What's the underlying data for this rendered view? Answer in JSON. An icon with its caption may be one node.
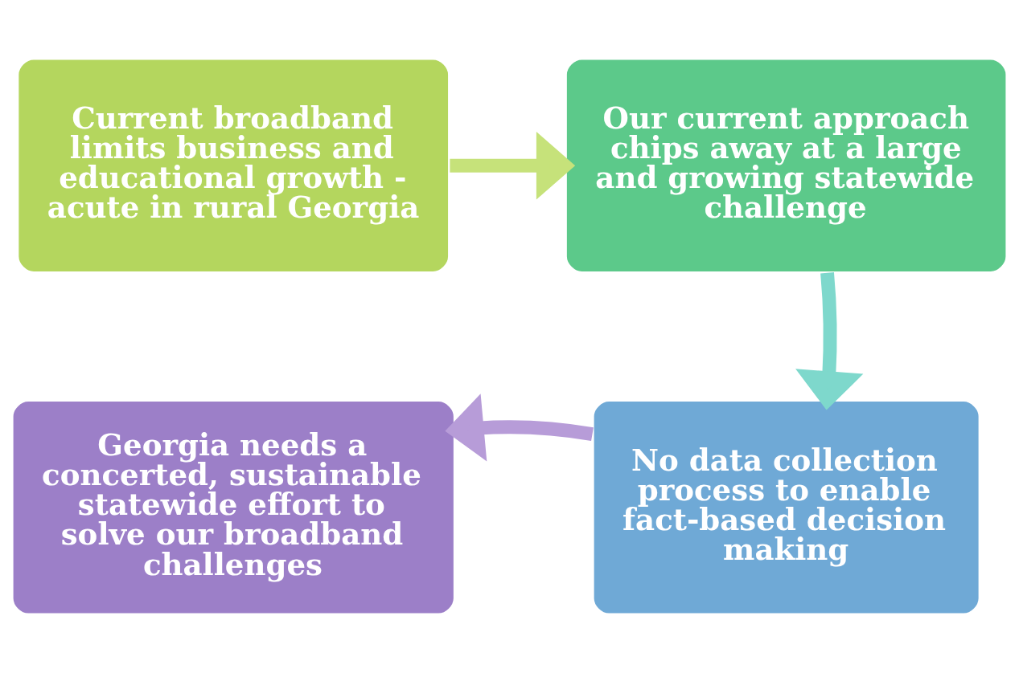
{
  "diagram": {
    "nodes": [
      {
        "text": [
          "Current broadband limits business and educational growth - acute in rural Georgia"
        ]
      },
      {
        "text": [
          "Our current approach chips away at a large and growing statewide challenge"
        ]
      },
      {
        "text": [
          "No data collection process to enable fact-based decision making"
        ]
      },
      {
        "text": [
          "Georgia needs a concerted, sustainable statewide effort to solve our broadband challenges"
        ]
      }
    ],
    "edges": [
      {
        "from": 0,
        "to": 1,
        "arrow": "to",
        "color": "#c6e27a"
      },
      {
        "from": 1,
        "to": 2,
        "arrow": "to",
        "color": "#7ed8cc"
      },
      {
        "from": 2,
        "to": 3,
        "arrow": "to",
        "color": "#b79cd8"
      }
    ]
  }
}
